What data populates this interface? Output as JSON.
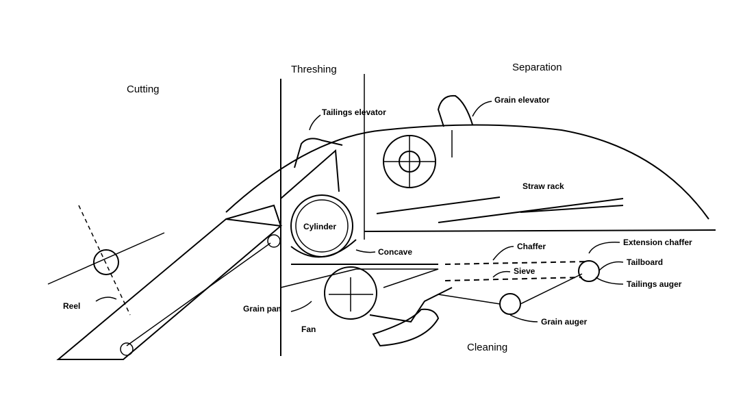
{
  "sections": {
    "cutting": "Cutting",
    "threshing": "Threshing",
    "separation": "Separation",
    "cleaning": "Cleaning"
  },
  "labels": {
    "tailings_elevator": "Tailings elevator",
    "grain_elevator": "Grain elevator",
    "straw_rack": "Straw rack",
    "cylinder": "Cylinder",
    "concave": "Concave",
    "chaffer": "Chaffer",
    "extension_chaffer": "Extension chaffer",
    "tailboard": "Tailboard",
    "sieve": "Sieve",
    "tailings_auger": "Tailings auger",
    "grain_auger": "Grain auger",
    "grain_pan": "Grain pan",
    "fan": "Fan",
    "reel": "Reel"
  }
}
